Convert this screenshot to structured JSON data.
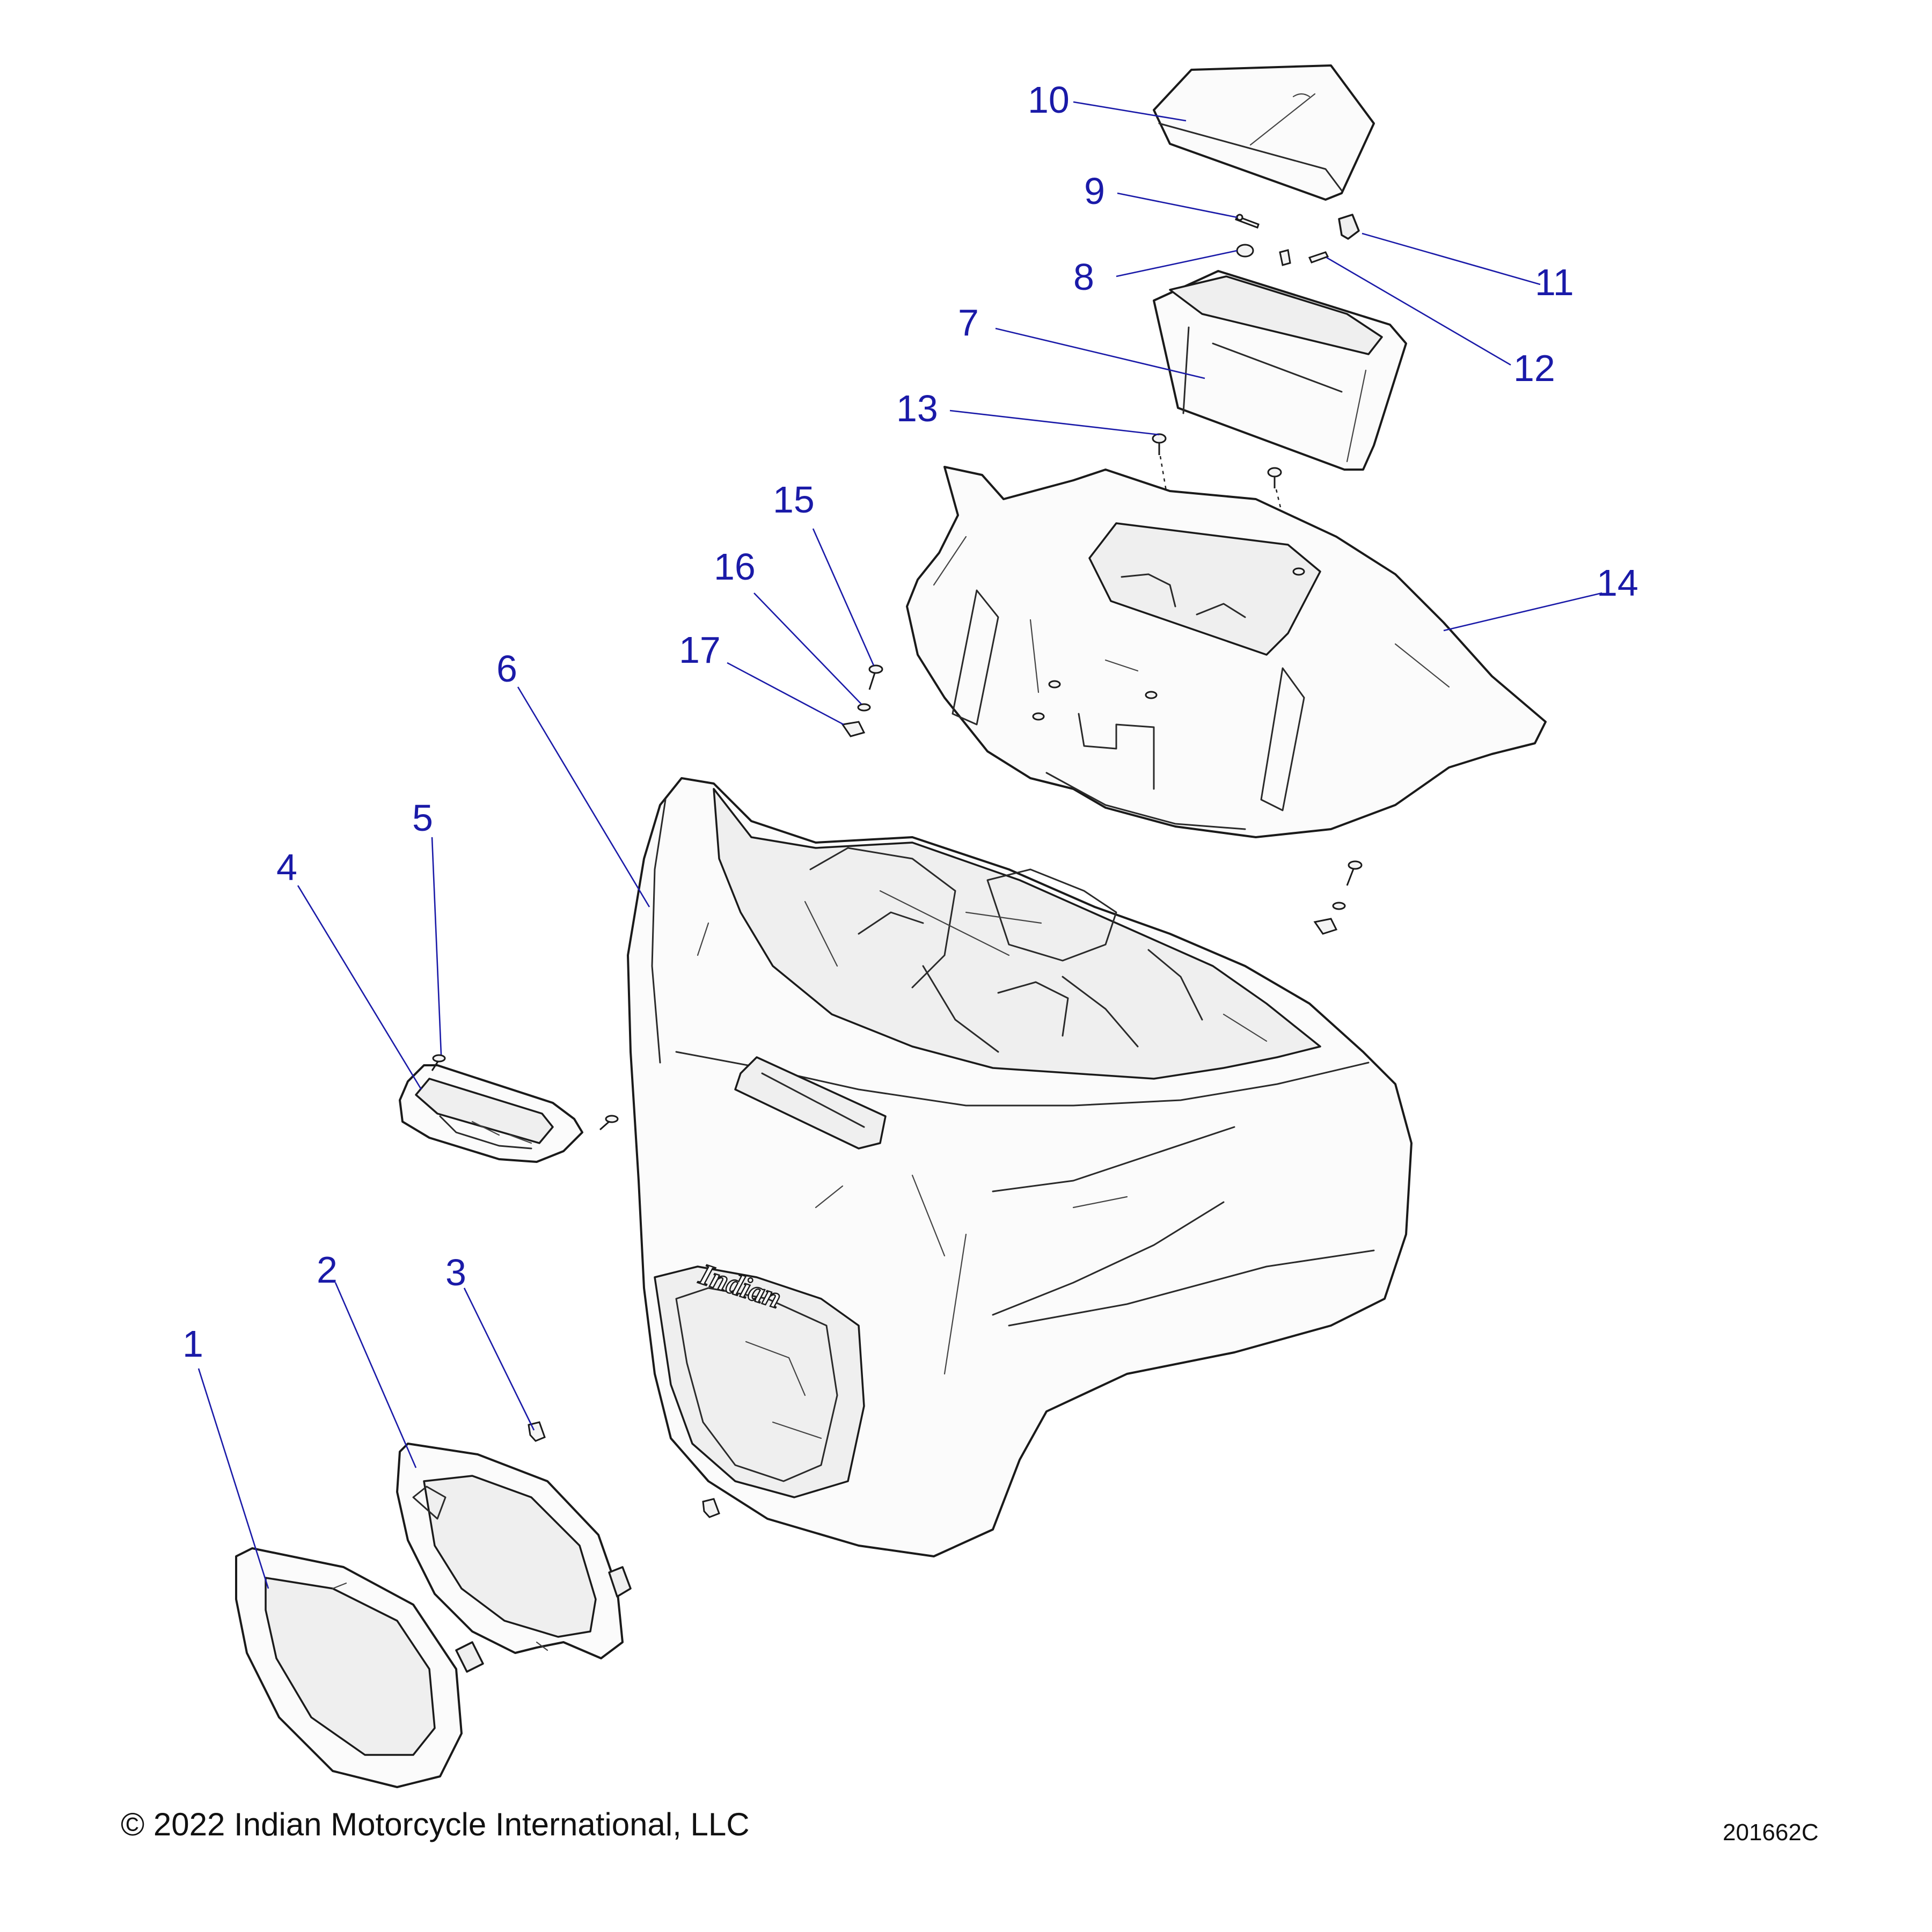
{
  "callouts": [
    "1",
    "2",
    "3",
    "4",
    "5",
    "6",
    "7",
    "8",
    "9",
    "10",
    "11",
    "12",
    "13",
    "14",
    "15",
    "16",
    "17"
  ],
  "brand_script": "Indian",
  "copyright": "© 2022 Indian Motorcycle International, LLC",
  "drawing_id": "201662C",
  "colors": {
    "callout": "#1a1aa8",
    "linework": "#1a1a1a",
    "part_fill": "#fbfbfb"
  }
}
